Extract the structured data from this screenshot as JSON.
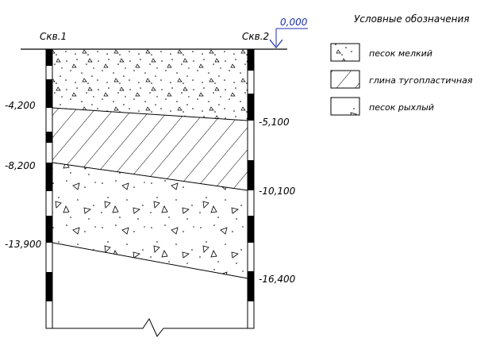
{
  "boreholes": {
    "left_name": "Скв.1",
    "right_name": "Скв.2"
  },
  "elevation": {
    "ground_mark": "0,000"
  },
  "depth_marks": {
    "left": [
      "-4,200",
      "-8,200",
      "-13,900"
    ],
    "right": [
      "-5,100",
      "-10,100",
      "-16,400"
    ]
  },
  "legend": {
    "title": "Условные обозначения",
    "items": [
      {
        "id": "fine-sand",
        "label": "песок мелкий"
      },
      {
        "id": "clay",
        "label": "глина тугопластичная"
      },
      {
        "id": "loose-sand",
        "label": "песок рыхлый"
      }
    ]
  },
  "colors": {
    "ink": "#000000",
    "elevation_marker": "#1d2fa8"
  }
}
